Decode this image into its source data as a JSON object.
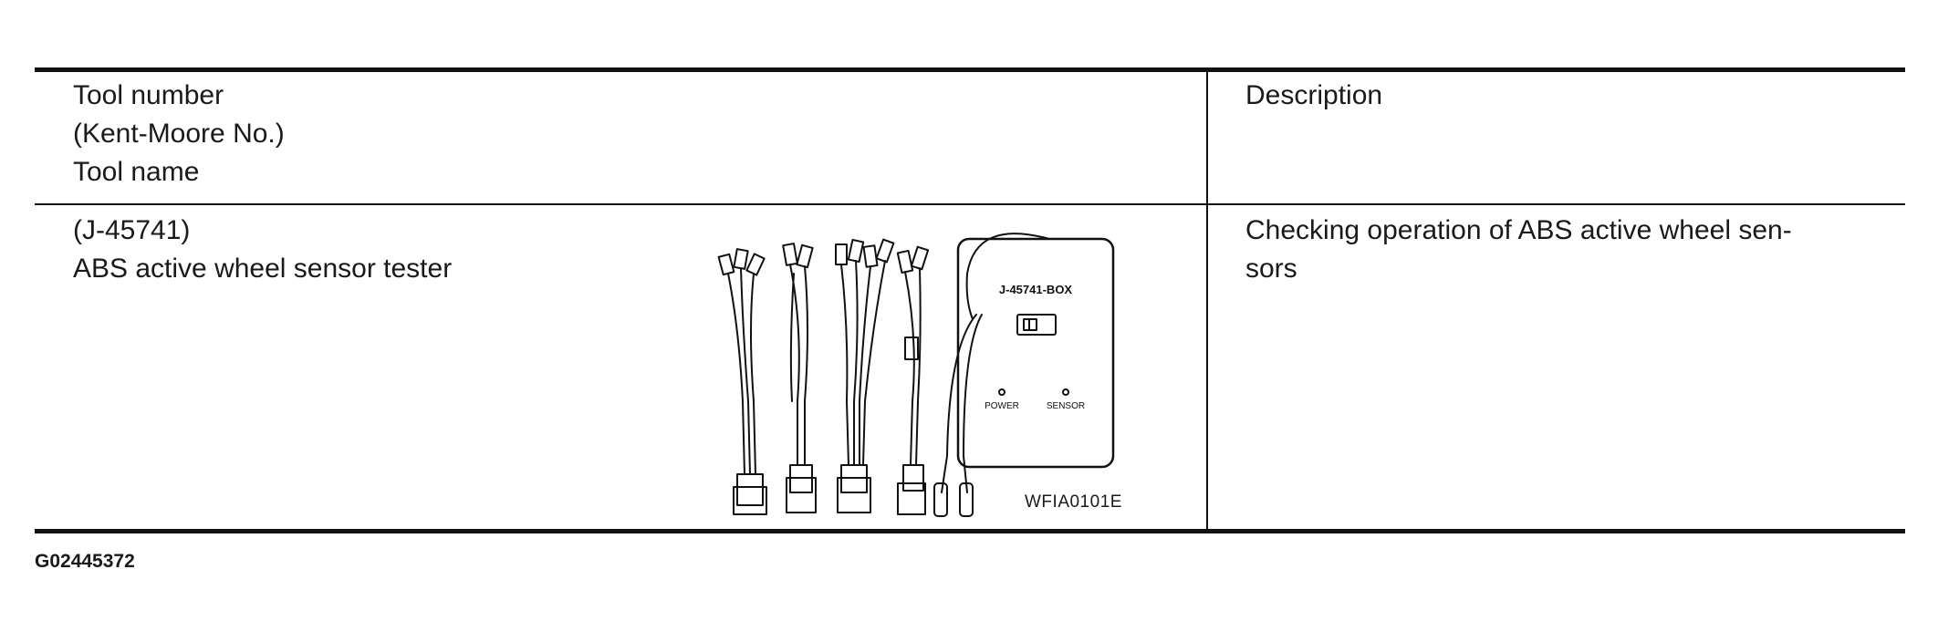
{
  "table": {
    "header": {
      "tool_lines": [
        "Tool number",
        "(Kent-Moore No.)",
        "Tool name"
      ],
      "description": "Description"
    },
    "rows": [
      {
        "tool_number": "(J-45741)",
        "tool_name": "ABS active wheel sensor tester",
        "description_lines": [
          "Checking operation of ABS active wheel sen-",
          "sors"
        ],
        "illustration": {
          "box_label": "J-45741-BOX",
          "indicator_labels": [
            "POWER",
            "SENSOR"
          ],
          "figure_code": "WFIA0101E"
        }
      }
    ]
  },
  "document_id": "G02445372"
}
